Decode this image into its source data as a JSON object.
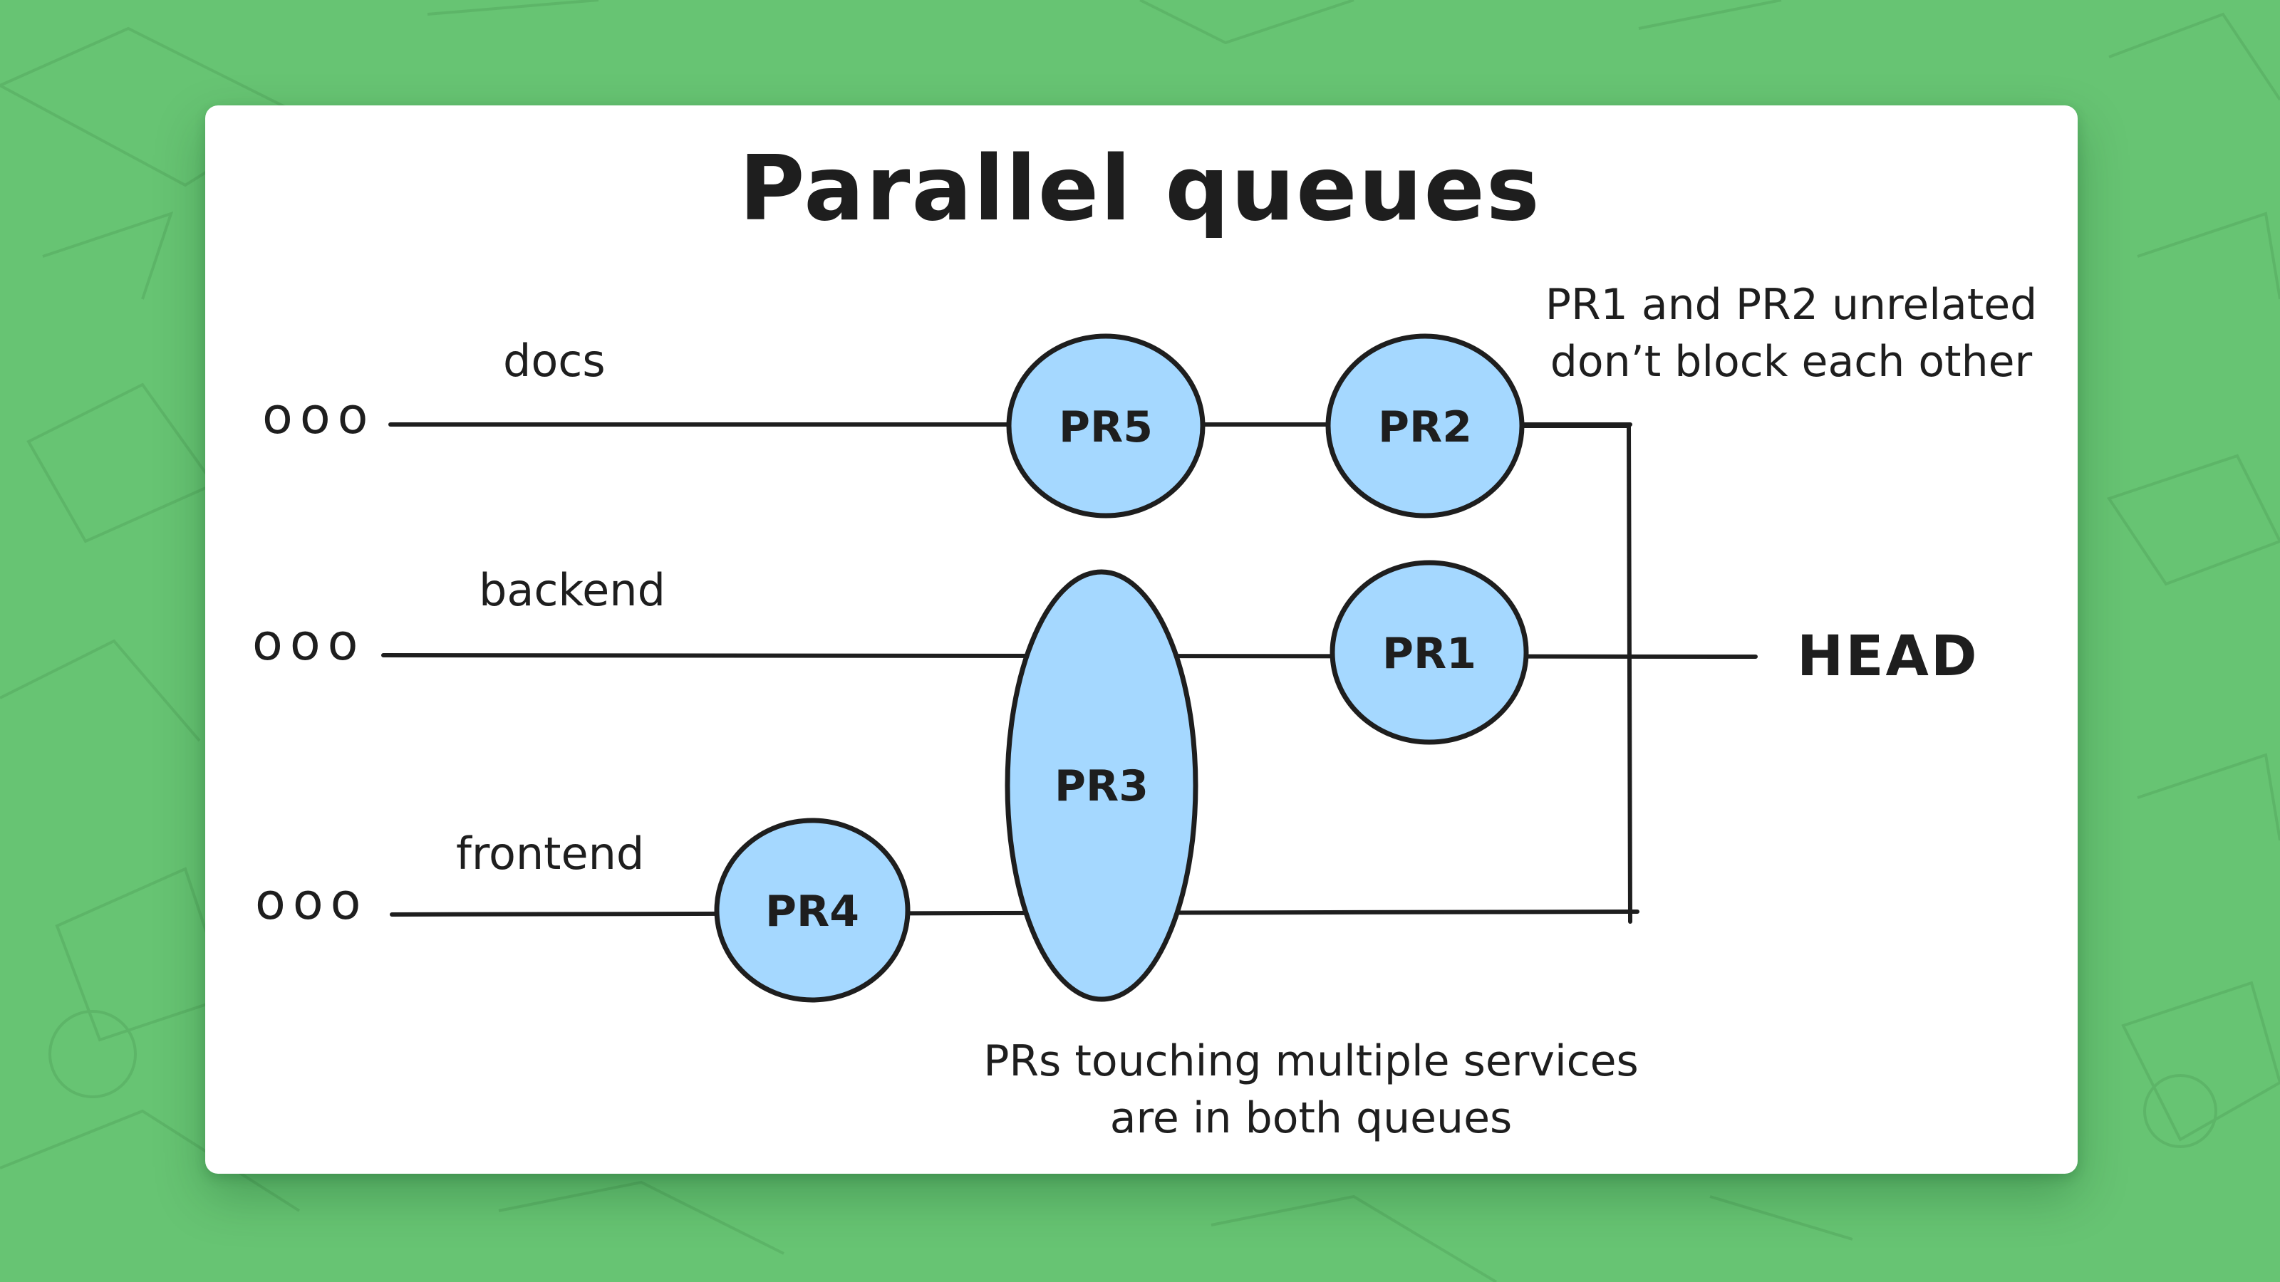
{
  "title": "Parallel queues",
  "lanes": [
    {
      "id": "docs",
      "label": "docs",
      "tail": "ooo"
    },
    {
      "id": "backend",
      "label": "backend",
      "tail": "ooo"
    },
    {
      "id": "frontend",
      "label": "frontend",
      "tail": "ooo"
    }
  ],
  "nodes": {
    "pr1": "PR1",
    "pr2": "PR2",
    "pr3": "PR3",
    "pr4": "PR4",
    "pr5": "PR5"
  },
  "head": "HEAD",
  "notes": {
    "unrelated_line1": "PR1 and PR2 unrelated",
    "unrelated_line2": "don’t block each other",
    "multi_line1": "PRs touching multiple services",
    "multi_line2": "are in both queues"
  },
  "colors": {
    "background": "#67c473",
    "node_fill": "#a5d8ff",
    "stroke": "#1e1e1e"
  }
}
